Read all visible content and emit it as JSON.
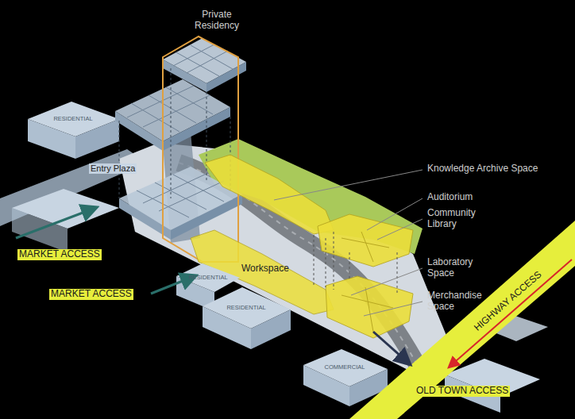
{
  "diagram": {
    "labels": [
      "Private Residency",
      "RESIDENTIAL",
      "Entry Plaza",
      "Knowledge Archive Space",
      "Auditorium",
      "Community Library",
      "MARKET ACCESS",
      "Workspace",
      "MARKET ACCESS",
      "RESIDENTIAL",
      "Laboratory Space",
      "RESIDENTIAL",
      "Merchandise Space",
      "HIGHWAY ACCESS",
      "COMMERCIAL",
      "OLD TOWN ACCESS"
    ]
  }
}
